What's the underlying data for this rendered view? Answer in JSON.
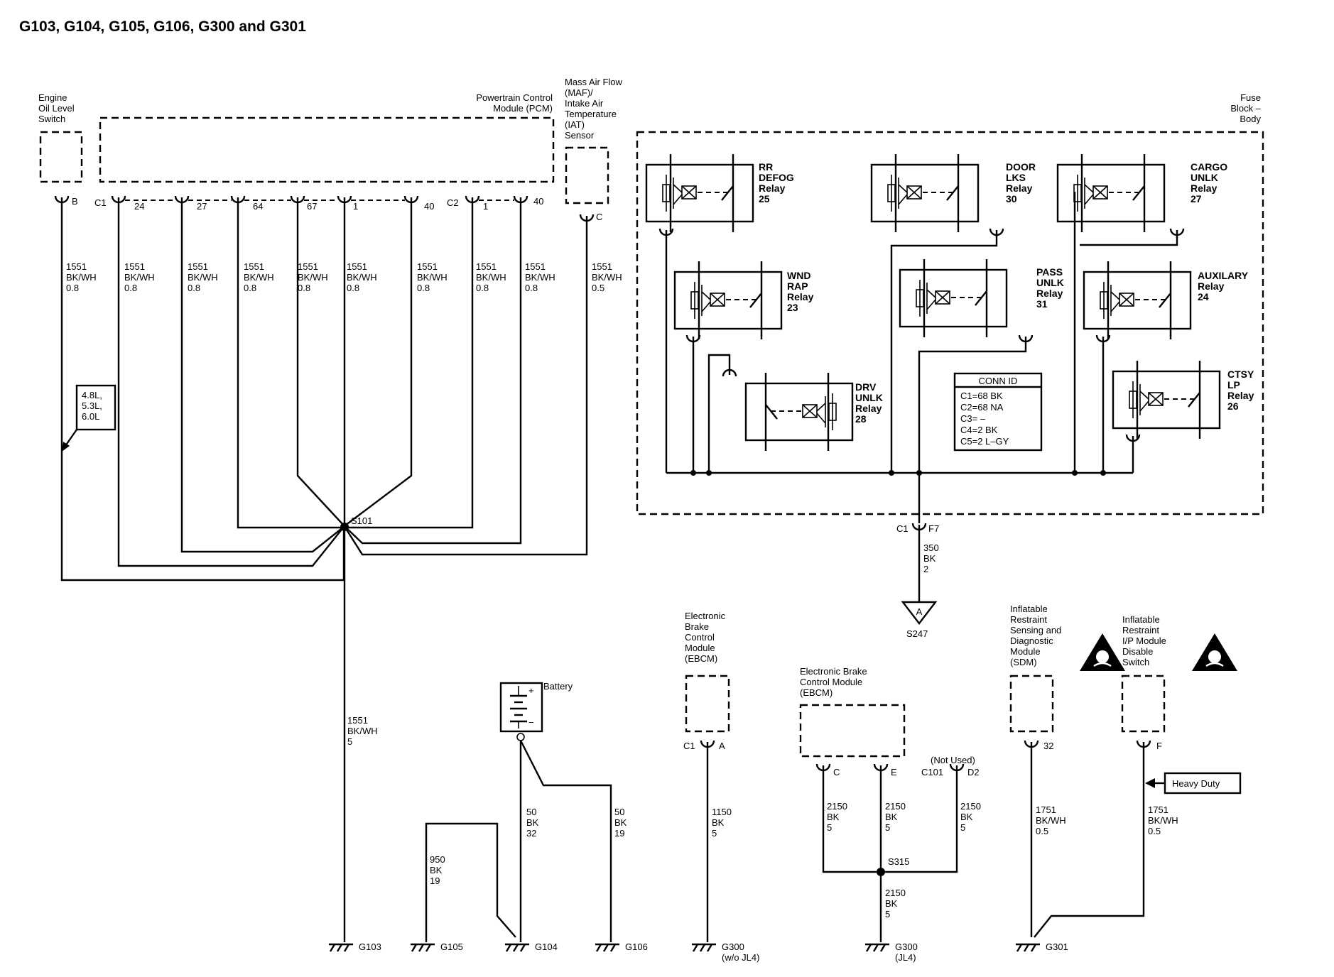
{
  "title": "G103, G104, G105, G106, G300 and G301",
  "components": {
    "oil_switch": [
      "Engine",
      "Oil Level",
      "Switch"
    ],
    "pcm": [
      "Powertrain Control",
      "Module (PCM)"
    ],
    "maf": [
      "Mass Air Flow",
      "(MAF)/",
      "Intake Air",
      "Temperature",
      "(IAT)",
      "Sensor"
    ],
    "fuse_block": [
      "Fuse",
      "Block –",
      "Body"
    ],
    "battery": "Battery",
    "ebcm_1": [
      "Electronic",
      "Brake",
      "Control",
      "Module",
      "(EBCM)"
    ],
    "ebcm_2": [
      "Electronic Brake",
      "Control Module",
      "(EBCM)"
    ],
    "sdm": [
      "Inflatable",
      "Restraint",
      "Sensing and",
      "Diagnostic",
      "Module",
      "(SDM)"
    ],
    "ip_switch": [
      "Inflatable",
      "Restraint",
      "I/P Module",
      "Disable",
      "Switch"
    ]
  },
  "relays": {
    "rr_defog": [
      "RR",
      "DEFOG",
      "Relay",
      "25"
    ],
    "door_lks": [
      "DOOR",
      "LKS",
      "Relay",
      "30"
    ],
    "cargo_unlk": [
      "CARGO",
      "UNLK",
      "Relay",
      "27"
    ],
    "wnd_rap": [
      "WND",
      "RAP",
      "Relay",
      "23"
    ],
    "pass_unlk": [
      "PASS",
      "UNLK",
      "Relay",
      "31"
    ],
    "auxilary": [
      "AUXILARY",
      "Relay",
      "24"
    ],
    "drv_unlk": [
      "DRV",
      "UNLK",
      "Relay",
      "28"
    ],
    "ctsy_lp": [
      "CTSY",
      "LP",
      "Relay",
      "26"
    ]
  },
  "conn_id": {
    "header": "CONN ID",
    "rows": [
      "C1=68 BK",
      "C2=68 NA",
      "C3= –",
      "C4=2 BK",
      "C5=2 L–GY"
    ]
  },
  "connectors": {
    "c1": "C1",
    "c2": "C2",
    "pins_c1": [
      "24",
      "27",
      "64",
      "67",
      "1",
      "40"
    ],
    "pins_c2": [
      "1",
      "40"
    ],
    "oil_pin": "B",
    "maf_pin": "C",
    "fuse_c1": "C1",
    "fuse_f7": "F7",
    "ebcm1_c1": "C1",
    "ebcm1_a": "A",
    "ebcm2_c": "C",
    "ebcm2_e": "E",
    "not_used": "(Not Used)",
    "c101": "C101",
    "d2": "D2",
    "sdm_pin": "32",
    "ip_pin": "F"
  },
  "wires": {
    "oil": [
      "1551",
      "BK/WH",
      "0.8"
    ],
    "p24": [
      "1551",
      "BK/WH",
      "0.8"
    ],
    "p27": [
      "1551",
      "BK/WH",
      "0.8"
    ],
    "p64": [
      "1551",
      "BK/WH",
      "0.8"
    ],
    "p67": [
      "1551",
      "BK/WH",
      "0.8"
    ],
    "p1": [
      "1551",
      "BK/WH",
      "0.8"
    ],
    "p40": [
      "1551",
      "BK/WH",
      "0.8"
    ],
    "c2p1": [
      "1551",
      "BK/WH",
      "0.8"
    ],
    "c2p40": [
      "1551",
      "BK/WH",
      "0.8"
    ],
    "maf": [
      "1551",
      "BK/WH",
      "0.5"
    ],
    "g103": [
      "1551",
      "BK/WH",
      "5"
    ],
    "fuse": [
      "350",
      "BK",
      "2"
    ],
    "bat1": [
      "50",
      "BK",
      "32"
    ],
    "bat2": [
      "50",
      "BK",
      "19"
    ],
    "g105": [
      "950",
      "BK",
      "19"
    ],
    "ebcm1": [
      "1150",
      "BK",
      "5"
    ],
    "ebcm2_c": [
      "2150",
      "BK",
      "5"
    ],
    "ebcm2_e": [
      "2150",
      "BK",
      "5"
    ],
    "ebcm2_d2": [
      "2150",
      "BK",
      "5"
    ],
    "s315": [
      "2150",
      "BK",
      "5"
    ],
    "sdm": [
      "1751",
      "BK/WH",
      "0.5"
    ],
    "ip": [
      "1751",
      "BK/WH",
      "0.5"
    ]
  },
  "splices": {
    "s101": "S101",
    "s315": "S315",
    "s247": "S247",
    "s247_letter": "A"
  },
  "engine_note": [
    "4.8L,",
    "5.3L,",
    "6.0L"
  ],
  "heavy_duty": "Heavy Duty",
  "grounds": {
    "g103": "G103",
    "g105": "G105",
    "g104": "G104",
    "g106": "G106",
    "g300a": "G300",
    "g300a_note": "(w/o JL4)",
    "g300b": "G300",
    "g300b_note": "(JL4)",
    "g301": "G301"
  },
  "colors": {
    "ink": "#000000",
    "paper": "#ffffff"
  }
}
